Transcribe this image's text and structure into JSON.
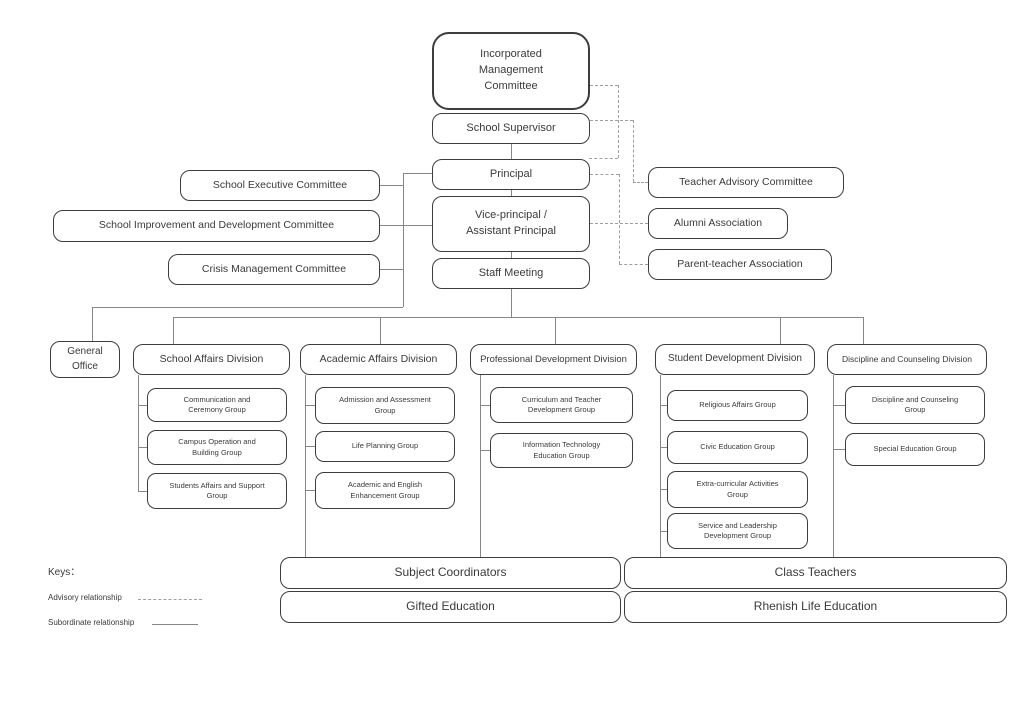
{
  "nodes": {
    "imc": "Incorporated\nManagement\nCommittee",
    "supervisor": "School Supervisor",
    "principal": "Principal",
    "vice_principal": "Vice-principal /\nAssistant Principal",
    "staff_meeting": "Staff Meeting",
    "exec_committee": "School Executive Committee",
    "improvement_committee": "School Improvement and Development Committee",
    "crisis_committee": "Crisis Management Committee",
    "teacher_advisory": "Teacher Advisory Committee",
    "alumni": "Alumni Association",
    "pta": "Parent-teacher Association",
    "general_office": "General\nOffice"
  },
  "divisions": [
    {
      "label": "School Affairs Division",
      "groups": [
        "Communication and\nCeremony Group",
        "Campus Operation and\nBuilding Group",
        "Students Affairs and Support\nGroup"
      ]
    },
    {
      "label": "Academic Affairs Division",
      "groups": [
        "Admission and Assessment\nGroup",
        "Life Planning Group",
        "Academic and English\nEnhancement Group"
      ]
    },
    {
      "label": "Professional Development Division",
      "groups": [
        "Curriculum and Teacher\nDevelopment Group",
        "Information Technology\nEducation Group"
      ]
    },
    {
      "label": "Student Development Division",
      "groups": [
        "Religious Affairs Group",
        "Civic Education Group",
        "Extra-curricular Activities\nGroup",
        "Service and Leadership\nDevelopment Group"
      ]
    },
    {
      "label": "Discipline and Counseling Division",
      "groups": [
        "Discipline and Counseling\nGroup",
        "Special Education Group"
      ]
    }
  ],
  "bottom": {
    "subject_coordinators": "Subject Coordinators",
    "gifted_education": "Gifted Education",
    "class_teachers": "Class Teachers",
    "rhenish_life_education": "Rhenish Life Education"
  },
  "keys": {
    "title": "Keys：",
    "advisory": "Advisory relationship",
    "subordinate": "Subordinate relationship"
  },
  "colors": {
    "box_border": "#3d3d3d",
    "subordinate_line": "#878787",
    "advisory_line": "#9e9e9e",
    "background": "#ffffff",
    "text": "#3a3a3a"
  }
}
